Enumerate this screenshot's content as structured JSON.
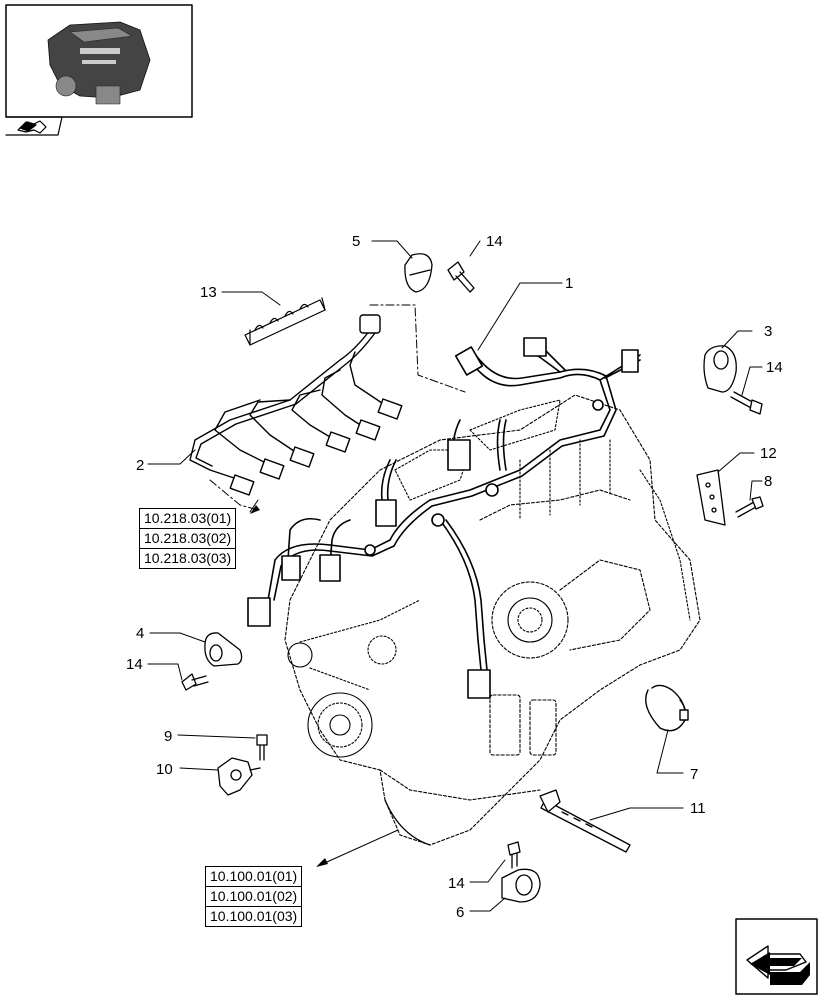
{
  "callouts": {
    "c1": "1",
    "c2": "2",
    "c3": "3",
    "c4": "4",
    "c5": "5",
    "c6": "6",
    "c7": "7",
    "c8": "8",
    "c9": "9",
    "c10": "10",
    "c11": "11",
    "c12": "12",
    "c13": "13",
    "c14a": "14",
    "c14b": "14",
    "c14c": "14",
    "c14d": "14"
  },
  "references": {
    "group_a": [
      "10.218.03(01)",
      "10.218.03(02)",
      "10.218.03(03)"
    ],
    "group_b": [
      "10.100.01(01)",
      "10.100.01(02)",
      "10.100.01(03)"
    ]
  },
  "icons": {
    "thumbnail": "engine-thumbnail-icon",
    "nav_top": "page-arrow-icon",
    "nav_bottom": "next-page-arrow-icon"
  }
}
